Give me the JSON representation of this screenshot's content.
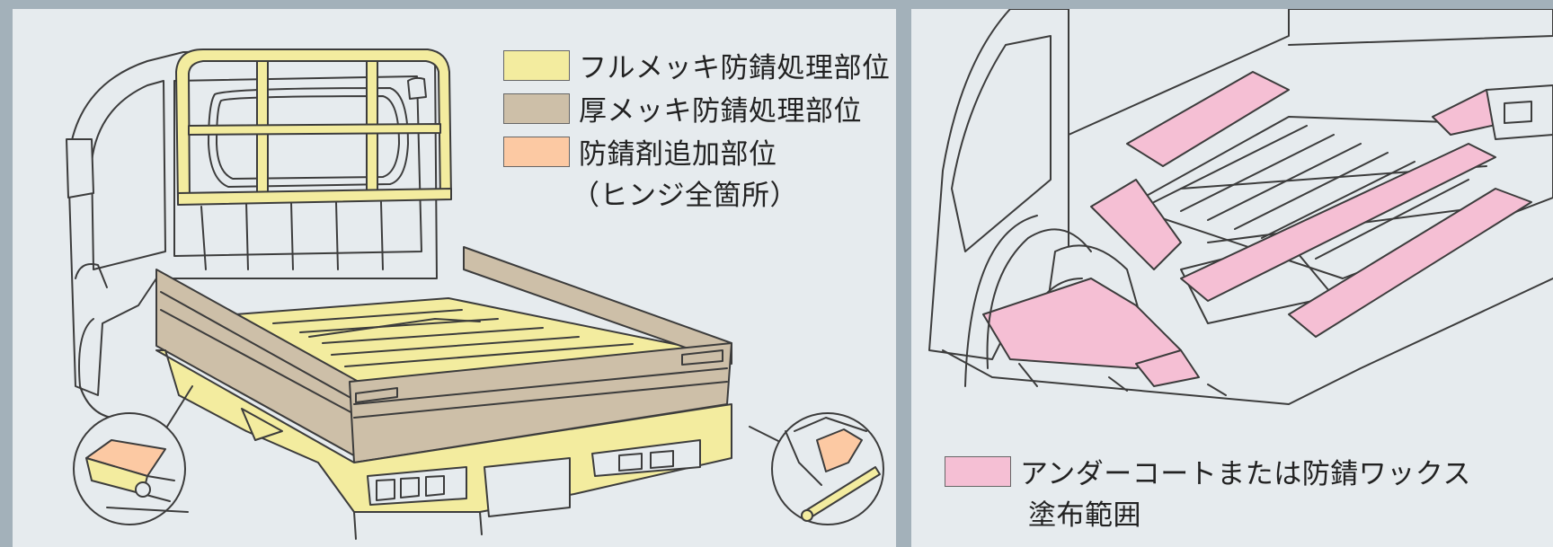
{
  "left_panel": {
    "legend": [
      {
        "label": "フルメッキ防錆処理部位",
        "color": "#f3ec9f"
      },
      {
        "label": "厚メッキ防錆処理部位",
        "color": "#cdbfa8"
      },
      {
        "label": "防錆剤追加部位",
        "color": "#fcc9a3",
        "note": "（ヒンジ全箇所）"
      }
    ]
  },
  "right_panel": {
    "legend": [
      {
        "label": "アンダーコートまたは防錆ワックス",
        "label_line2": "塗布範囲",
        "color": "#f5bfd4"
      }
    ]
  },
  "colors": {
    "background": "#a3b1ba",
    "panel": "#e6ebee",
    "line": "#3c3c3c",
    "full_plating": "#f3ec9f",
    "thick_plating": "#cdbfa8",
    "rust_agent": "#fcc9a3",
    "undercoat": "#f5bfd4"
  },
  "icons": [
    "truck-cab-drawing",
    "truck-bed-drawing",
    "hinge-detail-drawing",
    "chassis-underbody-drawing"
  ]
}
